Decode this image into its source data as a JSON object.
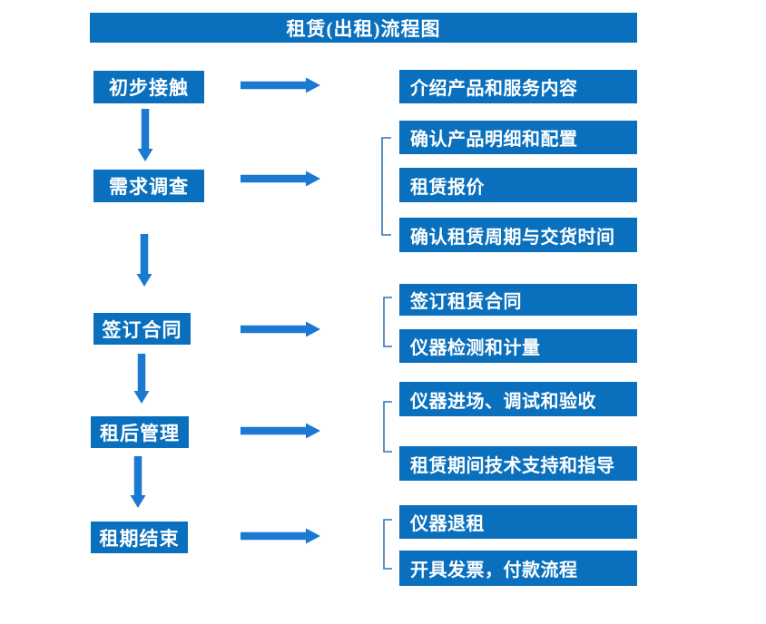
{
  "title": "租赁(出租)流程图",
  "colors": {
    "background": "#ffffff",
    "box_fill": "#0a70bd",
    "arrow": "#1b79d2",
    "bracket": "#2e75b6",
    "text": "#ffffff"
  },
  "steps": [
    {
      "label": "初步接触",
      "details": [
        "介绍产品和服务内容"
      ]
    },
    {
      "label": "需求调查",
      "details": [
        "确认产品明细和配置",
        "租赁报价",
        "确认租赁周期与交货时间"
      ]
    },
    {
      "label": "签订合同",
      "details": [
        "签订租赁合同",
        "仪器检测和计量"
      ]
    },
    {
      "label": "租后管理",
      "details": [
        "仪器进场、调试和验收",
        "租赁期间技术支持和指导"
      ]
    },
    {
      "label": "租期结束",
      "details": [
        "仪器退租",
        "开具发票，付款流程"
      ]
    }
  ]
}
